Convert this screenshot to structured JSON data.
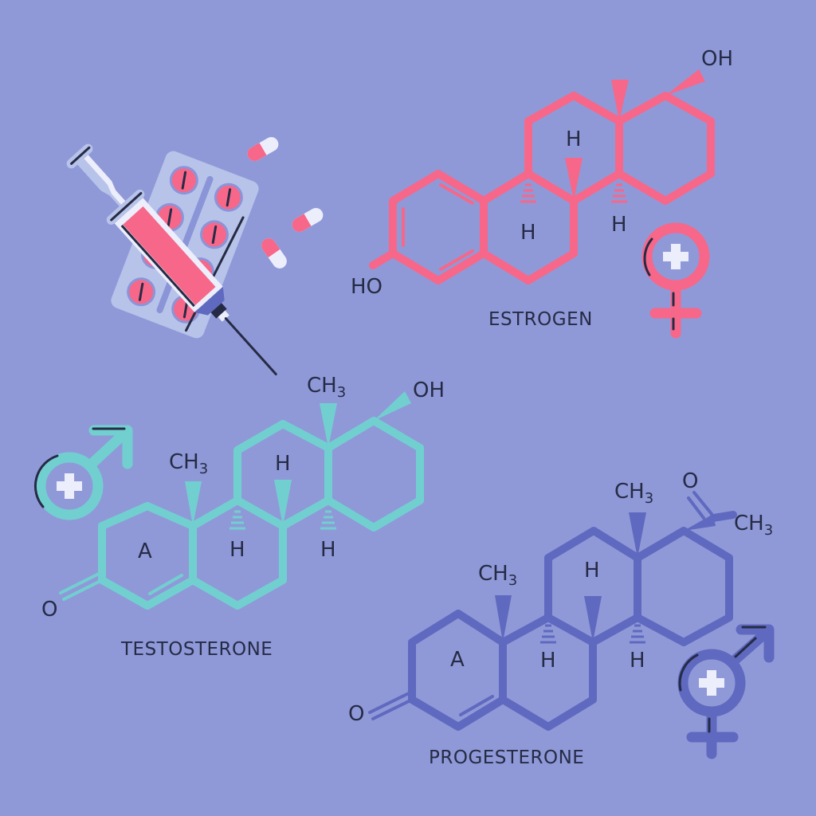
{
  "colors": {
    "background": "#8f99d8",
    "estrogen": "#f7678a",
    "testosterone": "#72cfd0",
    "progesterone": "#5f69bf",
    "text": "#262b45",
    "blister": "#b8c3ea",
    "blister_accent": "#8a95d8",
    "pill": "#f7678a",
    "capsule_white": "#eceefb",
    "plus": "#eceefb"
  },
  "medication": {
    "syringe": "syringe-icon",
    "blister_pack": "pill-blister-pack-icon",
    "capsules": [
      "capsule-icon",
      "capsule-icon",
      "capsule-icon"
    ]
  },
  "estrogen": {
    "name": "ESTROGEN",
    "labels": {
      "oh_top": "OH",
      "ho_left": "HO",
      "h_upper": "H",
      "h_lower_left": "H",
      "h_lower_right": "H"
    },
    "symbol": "female-symbol-icon"
  },
  "testosterone": {
    "name": "TESTOSTERONE",
    "labels": {
      "ch3_left": "CH",
      "ch3_left_sub": "3",
      "ch3_top": "CH",
      "ch3_top_sub": "3",
      "oh": "OH",
      "h_upper": "H",
      "h_lower_left": "H",
      "h_lower_right": "H",
      "ring_a": "A",
      "o_ketone": "O"
    },
    "symbol": "male-symbol-icon"
  },
  "progesterone": {
    "name": "PROGESTERONE",
    "labels": {
      "ch3_left": "CH",
      "ch3_left_sub": "3",
      "ch3_top": "CH",
      "ch3_top_sub": "3",
      "ch3_acetyl": "CH",
      "ch3_acetyl_sub": "3",
      "o_acetyl": "O",
      "h_upper": "H",
      "h_lower_left": "H",
      "h_lower_right": "H",
      "ring_a": "A",
      "o_ketone": "O"
    },
    "symbol": "male-female-symbol-icon"
  }
}
